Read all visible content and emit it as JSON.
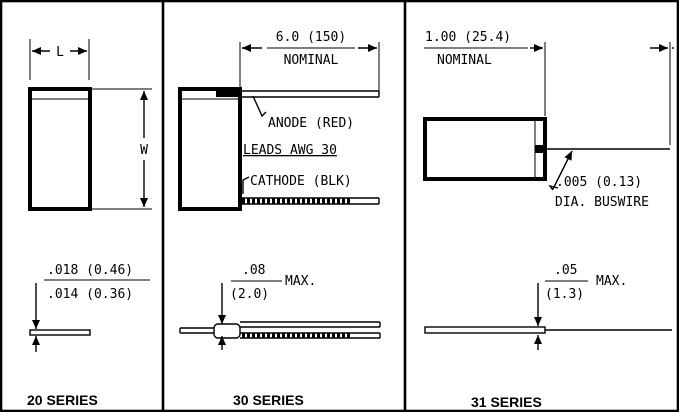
{
  "panel_20": {
    "dim_length": "L",
    "dim_width": "W",
    "thickness_max": ".018 (0.46)",
    "thickness_min": ".014 (0.36)",
    "series_label": "20 SERIES"
  },
  "panel_30": {
    "lead_length": "6.0 (150)",
    "lead_length_note": "NOMINAL",
    "anode_label": "ANODE (RED)",
    "leads_spec": "LEADS AWG 30",
    "cathode_label": "CATHODE (BLK)",
    "thickness_value": ".08",
    "thickness_mm": "(2.0)",
    "thickness_note": "MAX.",
    "series_label": "30 SERIES"
  },
  "panel_31": {
    "lead_length": "1.00 (25.4)",
    "lead_length_note": "NOMINAL",
    "wire_dia": ".005 (0.13)",
    "wire_type": "DIA. BUSWIRE",
    "thickness_value": ".05",
    "thickness_mm": "(1.3)",
    "thickness_note": "MAX.",
    "series_label": "31 SERIES"
  }
}
